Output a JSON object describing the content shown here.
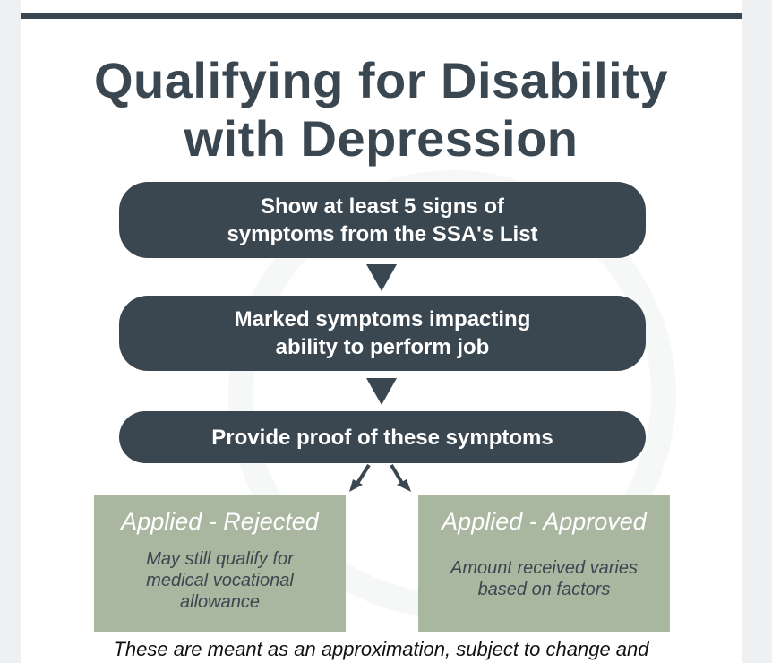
{
  "title": {
    "line1": "Qualifying for Disability",
    "line2": "with Depression"
  },
  "steps": [
    {
      "line1": "Show at least 5 signs of",
      "line2": "symptoms from the SSA's List"
    },
    {
      "line1": "Marked symptoms impacting",
      "line2": "ability to perform job"
    },
    {
      "line1": "Provide proof of these symptoms"
    }
  ],
  "outcomes": [
    {
      "heading": "Applied - Rejected",
      "body": "May still qualify for medical vocational allowance"
    },
    {
      "heading": "Applied - Approved",
      "body": "Amount received varies based on factors"
    }
  ],
  "footer": "These are meant as an approximation, subject to change and",
  "colors": {
    "dark": "#3a4750",
    "sage": "#a9b7a1"
  }
}
